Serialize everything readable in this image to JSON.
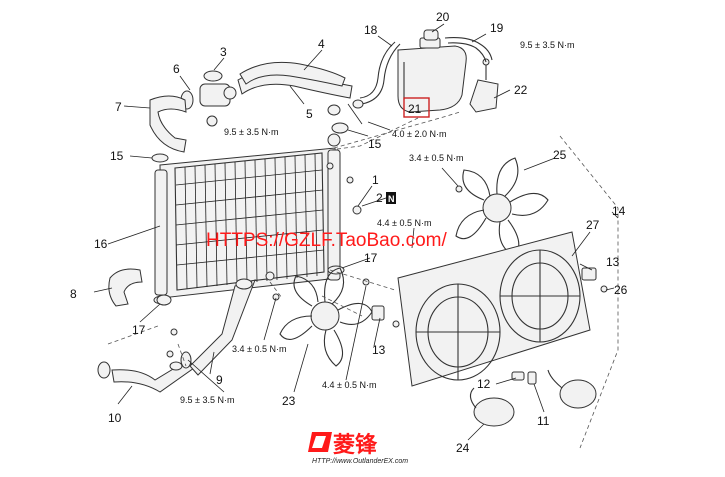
{
  "callouts": {
    "c1": "1",
    "c2": "2",
    "c2_badge": "N",
    "c3": "3",
    "c4": "4",
    "c5": "5",
    "c6": "6",
    "c7": "7",
    "c8": "8",
    "c9": "9",
    "c10": "10",
    "c11": "11",
    "c12": "12",
    "c13a": "13",
    "c13b": "13",
    "c14": "14",
    "c15a": "15",
    "c15b": "15",
    "c16": "16",
    "c17a": "17",
    "c17b": "17",
    "c18": "18",
    "c19": "19",
    "c20": "20",
    "c21": "21",
    "c22": "22",
    "c23": "23",
    "c24": "24",
    "c25": "25",
    "c26": "26",
    "c27": "27"
  },
  "torques": {
    "t_top_right": "9.5 ± 3.5 N·m",
    "t_left_top": "9.5 ± 3.5 N·m",
    "t_center": "4.0 ± 2.0 N·m",
    "t_fan_right": "3.4 ± 0.5 N·m",
    "t_shroud": "4.4 ± 0.5 N·m",
    "t_fan_left": "3.4 ± 0.5 N·m",
    "t_lower": "4.4 ± 0.5 N·m",
    "t_bottom_left": "9.5 ± 3.5 N·m"
  },
  "watermark": {
    "url_text": "HTTPS://GZLF.TaoBao.com/",
    "logo_text": "菱锋",
    "logo_url": "HTTP://www.OutlanderEX.com"
  },
  "colors": {
    "watermark_red": "#ff1a1a",
    "line": "#333333",
    "highlight_box": "#cc2222"
  }
}
